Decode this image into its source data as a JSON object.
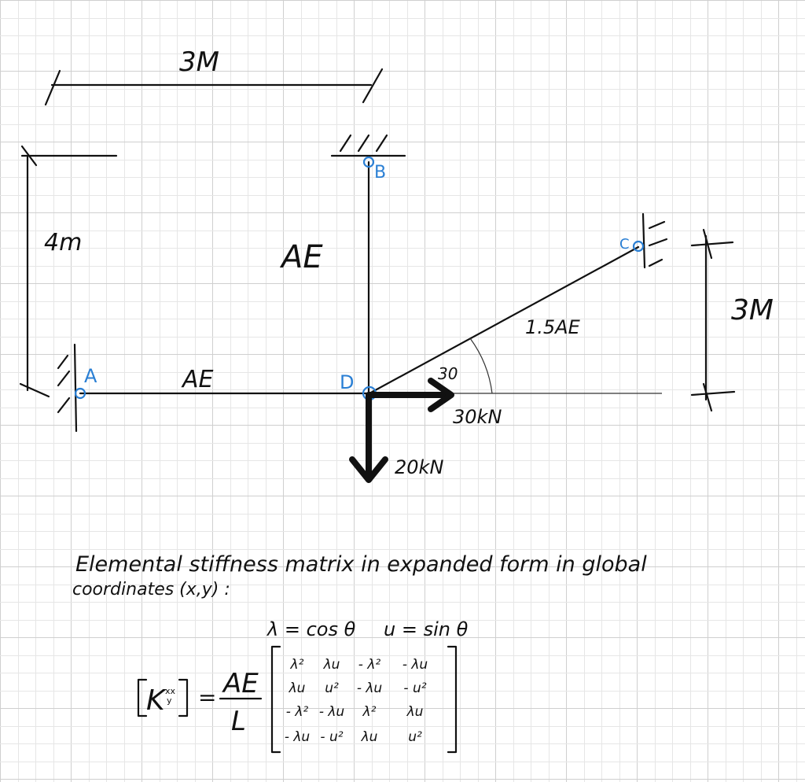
{
  "dimensions": {
    "top_span": "3M",
    "left_height": "4m",
    "right_height": "3M"
  },
  "nodes": {
    "a": "A",
    "b": "B",
    "c": "C",
    "d": "D"
  },
  "members": {
    "ad": "AE",
    "bd": "AE",
    "cd": "1.5AE"
  },
  "angle_label": "30",
  "loads": {
    "horizontal": "30kN",
    "vertical": "20kN"
  },
  "notes": {
    "line1": "Elemental stiffness matrix in expanded form in global",
    "line2": "coordinates (x,y) :"
  },
  "definitions": {
    "lambda": "λ = cos θ",
    "mu": "u = sin θ"
  },
  "formula": {
    "lhs": "K",
    "lhs_sup": "xx",
    "lhs_sub": "y",
    "equals": "=",
    "numerator": "AE",
    "denominator": "L"
  },
  "matrix": [
    [
      "λ²",
      "λu",
      "- λ²",
      "- λu"
    ],
    [
      "λu",
      "u²",
      "- λu",
      "- u²"
    ],
    [
      "- λ²",
      "- λu",
      "λ²",
      "λu"
    ],
    [
      "- λu",
      "- u²",
      "λu",
      "u²"
    ]
  ]
}
